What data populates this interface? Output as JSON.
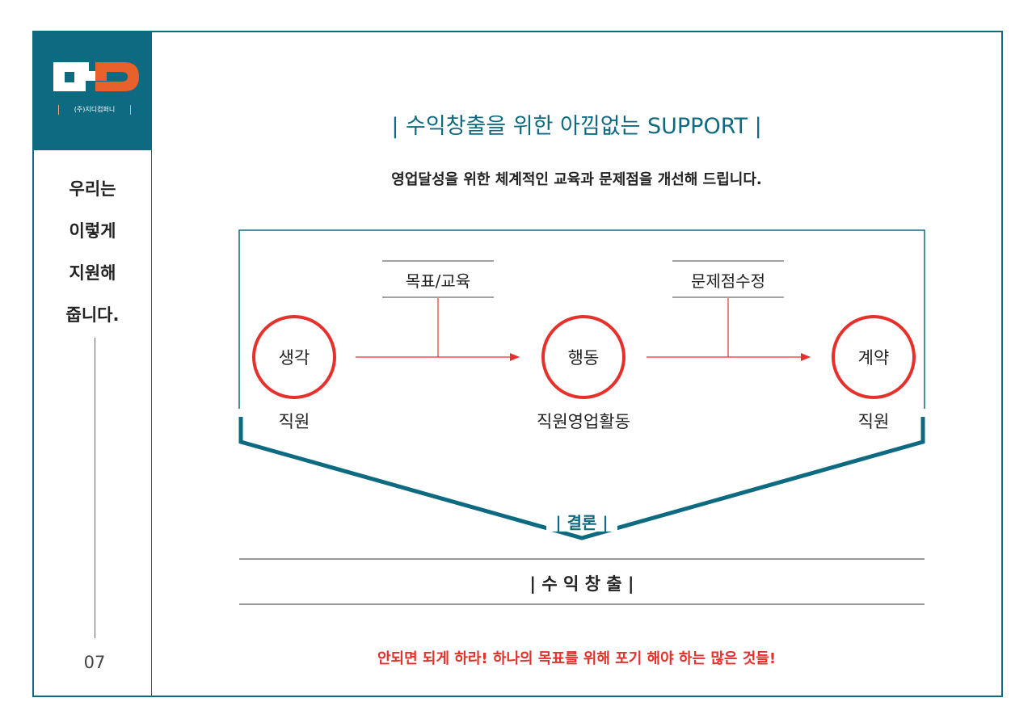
{
  "logo": {
    "company": "(주)지디컴퍼니"
  },
  "sidebar": {
    "lines": [
      "우리는",
      "이렇게",
      "지원해",
      "줍니다."
    ],
    "page_number": "07"
  },
  "heading": {
    "title": "| 수익창출을 위한 아낌없는 SUPPORT |",
    "subtitle": "영업달성을 위한 체계적인 교육과 문제점을 개선해 드립니다."
  },
  "flow": {
    "steps": [
      {
        "circle": "생각",
        "caption": "직원"
      },
      {
        "circle": "행동",
        "caption": "직원영업활동"
      },
      {
        "circle": "계약",
        "caption": "직원"
      }
    ],
    "inputs": [
      "목표/교육",
      "문제점수정"
    ]
  },
  "conclusion": {
    "label": "| 결론 |",
    "result": "| 수 익 창 출 |"
  },
  "footer_note": "안되면 되게 하라! 하나의 목표를 위해 포기 해야 하는 많은 것들!",
  "colors": {
    "teal": "#0e6a80",
    "red": "#e5302c",
    "orange": "#e8602a"
  }
}
